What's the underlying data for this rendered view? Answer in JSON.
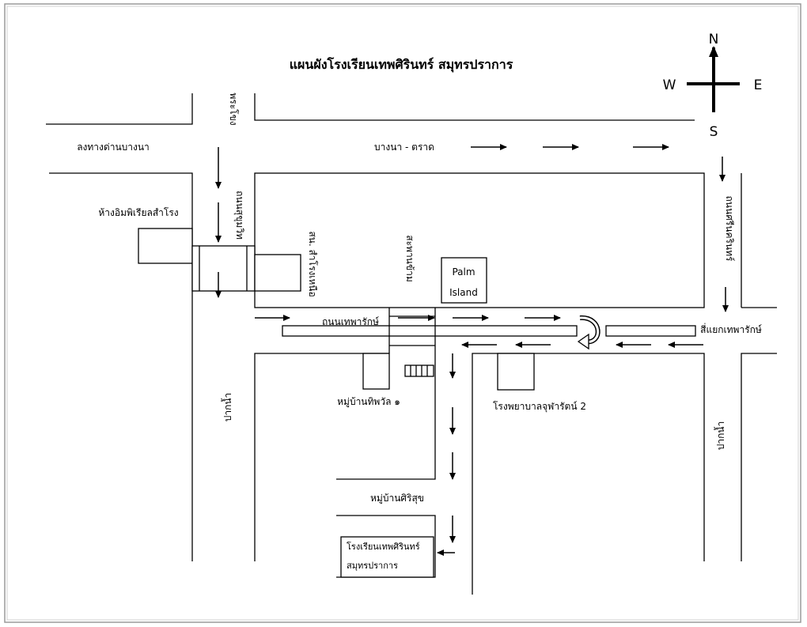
{
  "title": "แผนผังโรงเรียนเทพศิรินทร์ สมุทรปราการ",
  "compass": {
    "n": "N",
    "s": "S",
    "e": "E",
    "w": "W"
  },
  "labels": {
    "pra_kanong_left": "พระโขง",
    "exit_bangna": "ลงทางด่านบางนา",
    "bangna_trat": "บางนา - ตราด",
    "imperial": "ห้างอิมพิเรียลสำโรง",
    "sukhumvit": "ถนนสุขุมวิท",
    "samrong_nuea": "สน. สำโรงเหนือ",
    "overpass": "สะพานข้าม",
    "palm_line1": "Palm",
    "palm_line2": "Island",
    "srinakarin": "ถนนศรีนครินทร์",
    "theparak_road": "ถนนเทพารักษ์",
    "theparak_junction": "สี่แยกเทพารักษ์",
    "paknam_left": "ปากน้ำ",
    "paknam_right": "ปากน้ำ",
    "moo_tipwan": "หมู่บ้านทิพวัล ๑",
    "hospital": "โรงพยาบาลจุฬารัตน์ 2",
    "moo_sirisuk": "หมู่บ้านศิริสุข",
    "school_line1": "โรงเรียนเทพศิรินทร์",
    "school_line2": "สมุทรปราการ"
  }
}
